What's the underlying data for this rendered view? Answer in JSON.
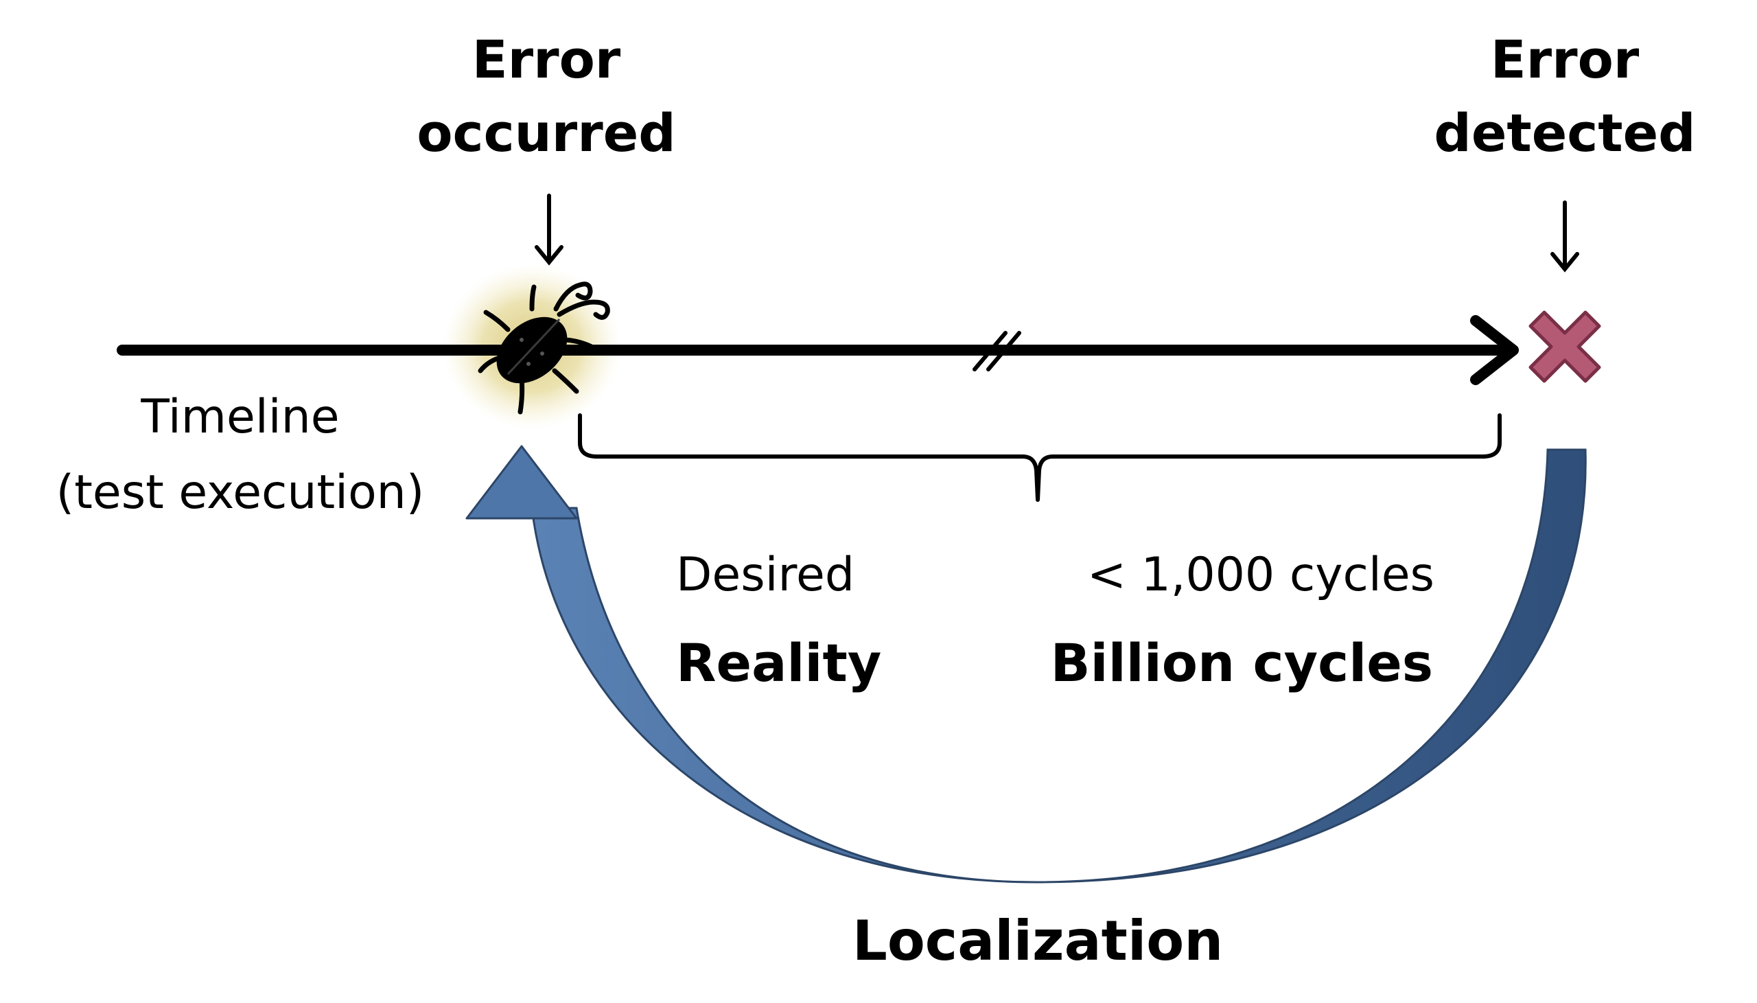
{
  "labels": {
    "error_occurred_line1": "Error",
    "error_occurred_line2": "occurred",
    "error_detected_line1": "Error",
    "error_detected_line2": "detected",
    "timeline_line1": "Timeline",
    "timeline_line2": "(test execution)",
    "desired": "Desired",
    "desired_value": "< 1,000 cycles",
    "reality": "Reality",
    "reality_value": "Billion cycles",
    "localization": "Localization"
  },
  "colors": {
    "line": "#000000",
    "cross": "#b55a75",
    "cross_stroke": "#7a2f47",
    "arrow_light": "#5a82b4",
    "arrow_dark": "#2f4f7a",
    "glow": "#d8c87a"
  },
  "icons": {
    "bug": "bug-icon",
    "error_mark": "cross-icon",
    "pointer_down": "arrow-down-icon",
    "loop_arrow": "curved-arrow-icon",
    "break_mark": "axis-break-icon"
  }
}
